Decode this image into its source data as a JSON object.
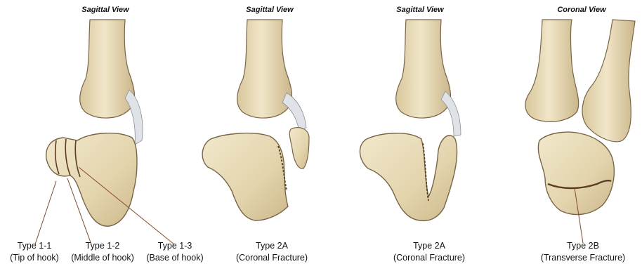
{
  "colors": {
    "bone_fill": "#e8dcb8",
    "bone_shade": "#c9b58a",
    "bone_outline": "#7a6446",
    "ligament": "#d9dde2",
    "fracture_line": "#5b3b22",
    "leader_line": "#8a4a2a"
  },
  "panels": [
    {
      "title": "Sagittal View",
      "labels": [
        {
          "line1": "Type 1-1",
          "line2": "(Tip of hook)"
        },
        {
          "line1": "Type 1-2",
          "line2": "(Middle of hook)"
        },
        {
          "line1": "Type 1-3",
          "line2": "(Base of hook)"
        }
      ]
    },
    {
      "title": "Sagittal View",
      "labels": [
        {
          "line1": "Type 2A",
          "line2": "(Coronal Fracture)"
        }
      ]
    },
    {
      "title": "Sagittal View",
      "labels": [
        {
          "line1": "Type 2A",
          "line2": "(Coronal Fracture)"
        }
      ]
    },
    {
      "title": "Coronal View",
      "labels": [
        {
          "line1": "Type 2B",
          "line2": "(Transverse Fracture)"
        }
      ]
    }
  ]
}
